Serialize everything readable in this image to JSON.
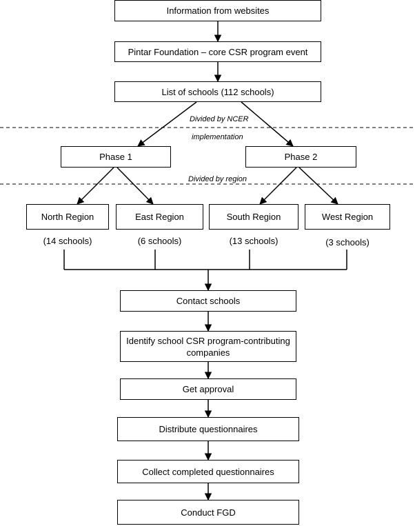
{
  "nodes": {
    "websites": "Information from websites",
    "pintar": "Pintar Foundation – core CSR program event",
    "schools_list": "List of schools (112 schools)",
    "phase1": "Phase 1",
    "phase2": "Phase 2",
    "north": "North Region",
    "east": "East Region",
    "south": "South Region",
    "west": "West Region",
    "contact": "Contact schools",
    "identify": "Identify school CSR program-contributing companies",
    "approval": "Get approval",
    "distribute": "Distribute questionnaires",
    "collect": "Collect completed questionnaires",
    "fgd": "Conduct FGD"
  },
  "counts": {
    "north": "(14 schools)",
    "east": "(6 schools)",
    "south": "(13 schools)",
    "west": "(3 schools)"
  },
  "notes": {
    "ncer": "Divided by NCER",
    "implementation": "implementation",
    "region": "Divided by region"
  }
}
